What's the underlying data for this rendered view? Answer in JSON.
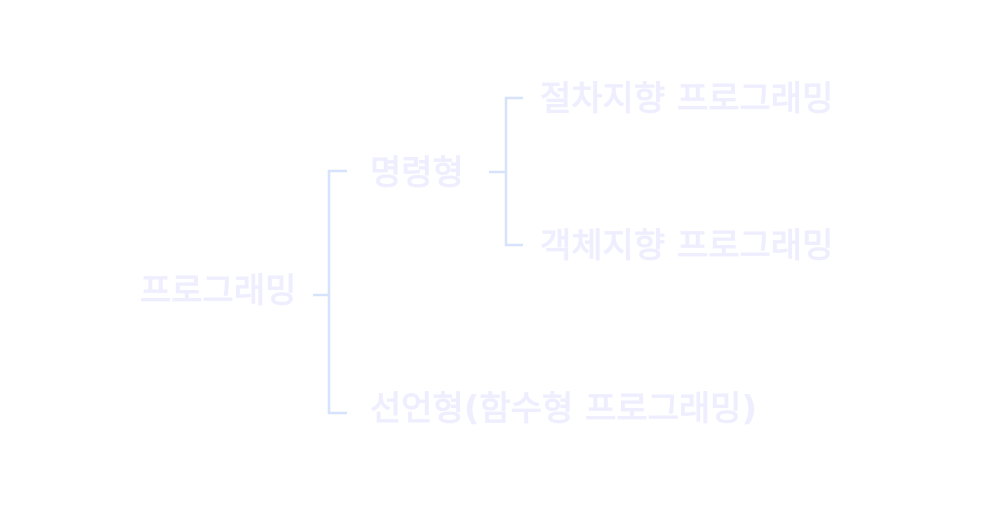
{
  "tree": {
    "root": "프로그래밍",
    "imperative": "명령형",
    "procedural": "절차지향 프로그래밍",
    "object_oriented": "객체지향 프로그래밍",
    "declarative": "선언형(함수형 프로그래밍)"
  },
  "colors": {
    "text": "#eeeeff",
    "connector": "#d6e3fb"
  }
}
